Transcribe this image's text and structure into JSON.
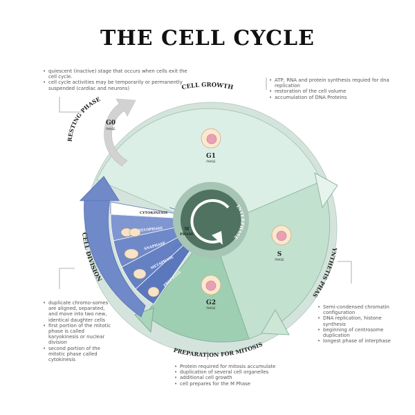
{
  "title": "THE CELL CYCLE",
  "labels": {
    "cell_growth": "CELL GROWTH",
    "resting_phase": "RESTING PHASE",
    "synthesis_phase": "SYNTHETIS PHASE",
    "cell_division": "CELL DIVISION",
    "preparation_for_mitosis": "PREPARATION FOR MITOSIS",
    "interphase": "INTERPHASE"
  },
  "phases": {
    "g0": {
      "name": "G0",
      "sub": "PHASE"
    },
    "g1": {
      "name": "G1",
      "sub": "PHASE"
    },
    "s": {
      "name": "S",
      "sub": "PHASE"
    },
    "g2": {
      "name": "G2",
      "sub": "PHASE"
    },
    "m": {
      "name": "M",
      "sub": "PHASE"
    }
  },
  "mitosis_stages": [
    "CYTOKINESIS",
    "TELOPHASE",
    "ANAPHASE",
    "METAPHASE",
    "PROPHASE"
  ],
  "notes": {
    "resting": [
      "quiescent (inactive) stage that occurs when cells exit the cell cycle.",
      "cell cycle activities may be temporarily or permanently suspended (cardiac and neurons)"
    ],
    "growth": [
      "ATP, RNA and protein synthesis requied for dna replication",
      "restoration of the cell volume",
      "accumulation of DNA Proteins"
    ],
    "division": [
      "duplicate chromo-somes are aligned, separated, and move into two new, identical daughter cells",
      "first portion of the mitotic phase is called karyokinesis or nuclear division",
      "second portion of the mitotic phase called cytokinesis"
    ],
    "synthesis": [
      "Semi-condensed chromatin configuration",
      "DNA replication, histone synthesis",
      "beginning of centrosome duplication",
      "longest phase of interphase"
    ],
    "preparation": [
      "Protein required for mitosis accumulate",
      "duplication of several cell organelles",
      "additional cell growth",
      "cell prepares for the M Phase"
    ]
  },
  "colors": {
    "g1": "#dcefe6",
    "s": "#c3e1cf",
    "g2": "#9fcfb2",
    "division": "#7089c9",
    "division_light": "#b9c8ec",
    "m_phase": "#bcd9f6",
    "hub": "#4f7360",
    "ring": "#d4e4dc",
    "arrow_grey": "#d2d2d2"
  }
}
